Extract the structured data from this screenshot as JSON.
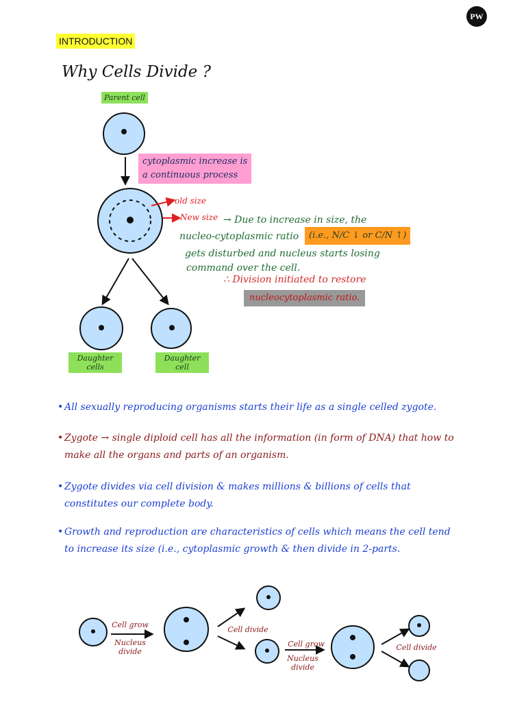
{
  "header": {
    "section_label": "INTRODUCTION",
    "logo_text": "PW"
  },
  "title": "Why Cells Divide ?",
  "diagram": {
    "parent_label": "Parent cell",
    "cyto_note_line1": "cytoplasmic increase is",
    "cyto_note_line2": "a continuous process",
    "old_size": "old size",
    "new_size": "New size",
    "ratio_line1": "→ Due to increase in size, the",
    "ratio_line2": "nucleo-cytoplasmic ratio",
    "ratio_box": "(i.e., N/C ↓ or C/N ↑)",
    "ratio_line3": "gets disturbed and nucleus starts losing",
    "ratio_line4": "command over the cell.",
    "division_line": "∴ Division initiated to restore",
    "restore_box": "nucleocytoplasmic ratio.",
    "daughter1_label": "Daughter cells",
    "daughter2_label": "Daughter cell"
  },
  "bullets": [
    {
      "text": "All sexually reproducing organisms starts their life as a single celled zygote.",
      "color": "#1a3fd1"
    },
    {
      "text": "Zygote → single diploid cell has all the information (in form of DNA) that how to make all the organs and parts of an organism.",
      "color": "#8a1a1a"
    },
    {
      "text": "Zygote divides via cell division & makes millions & billions of cells that constitutes our complete body.",
      "color": "#1a3fd1"
    },
    {
      "text": "Growth and reproduction are characteristics of cells which means the cell tend to increase its size (i.e., cytoplasmic growth & then divide in 2-parts.",
      "color": "#1a3fd1"
    }
  ],
  "bottom_flow": {
    "cell_grow_1": "Cell grow",
    "nucleus_divide_1": "Nucleus divide",
    "cell_divide_1": "Cell divide",
    "cell_grow_2": "Cell grow",
    "nucleus_divide_2": "Nucleus divide",
    "cell_divide_2": "Cell divide"
  },
  "colors": {
    "cell_fill": "#bfe1ff",
    "highlight_yellow": "#ffff33",
    "highlight_green": "#8ee05a",
    "highlight_pink": "#ff9ed0",
    "highlight_orange": "#ff9a1f",
    "highlight_gray": "#999999"
  }
}
